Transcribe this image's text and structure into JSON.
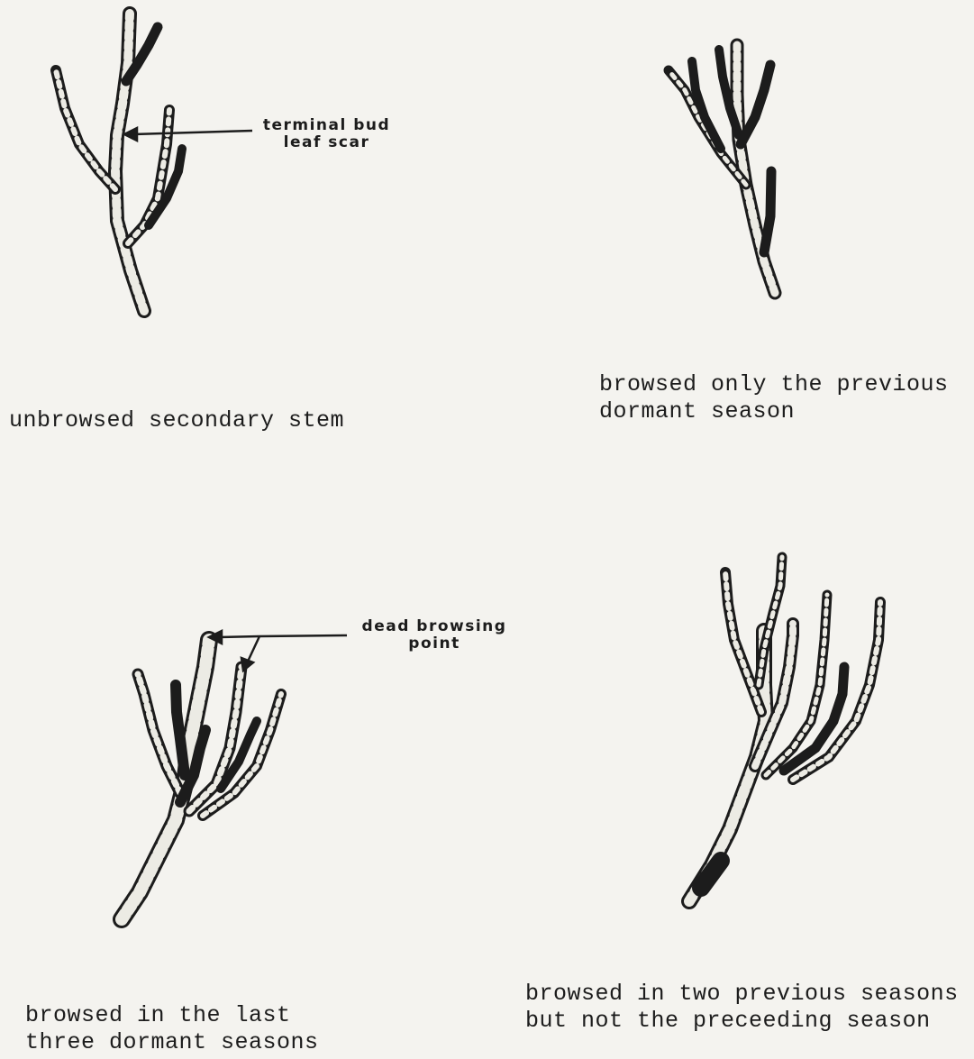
{
  "panels": [
    {
      "id": "unbrowsed",
      "caption_lines": [
        "unbrowsed secondary stem"
      ]
    },
    {
      "id": "previous-season",
      "caption_lines": [
        "browsed only the previous",
        "dormant season"
      ]
    },
    {
      "id": "three-seasons",
      "caption_lines": [
        "browsed in the last",
        "three dormant seasons"
      ]
    },
    {
      "id": "two-seasons",
      "caption_lines": [
        "browsed in two previous seasons",
        "but not the preceeding season"
      ]
    }
  ],
  "annotations": {
    "terminal_bud": [
      "terminal bud",
      "leaf scar"
    ],
    "dead_browsing_point": [
      "dead browsing",
      "point"
    ]
  },
  "colors": {
    "ink": "#1c1c1c",
    "paper": "#f4f3ef",
    "twig_fill": "#ecebe4"
  }
}
